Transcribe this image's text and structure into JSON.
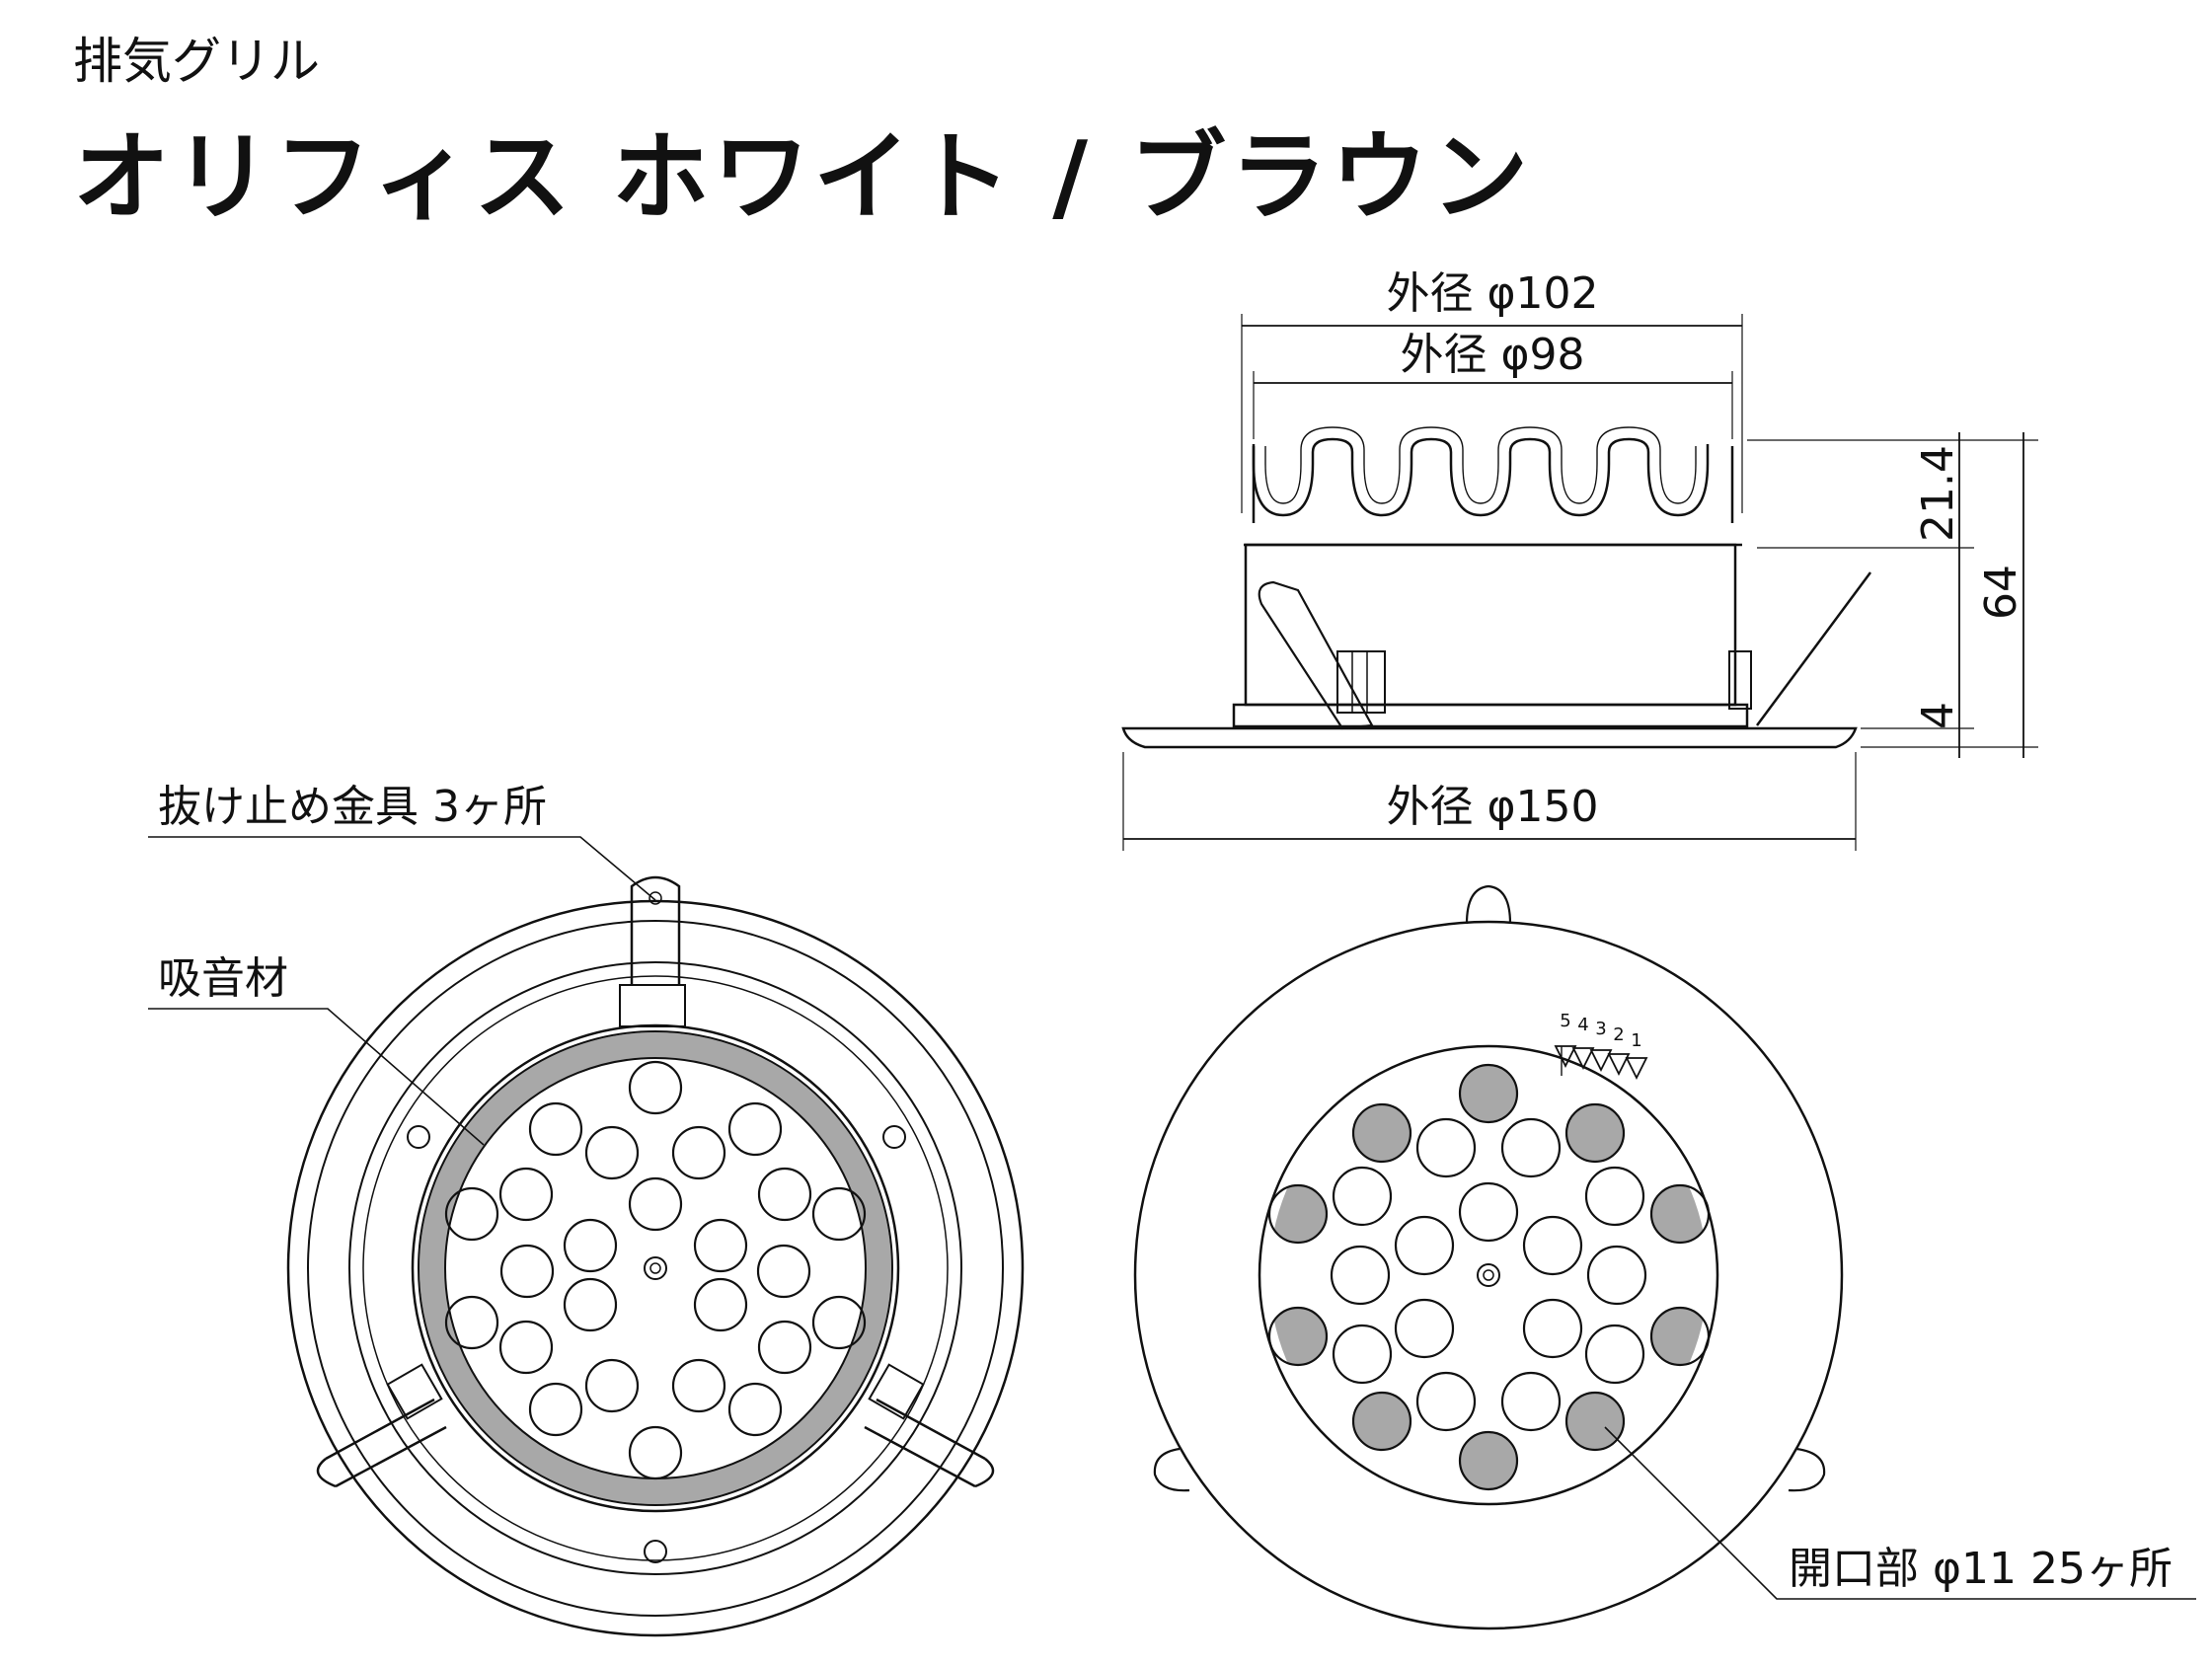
{
  "header": {
    "category": "排気グリル",
    "title": "オリフィス ホワイト / ブラウン"
  },
  "side_view": {
    "outer_diameter_top": "外径 φ102",
    "outer_diameter_inner": "外径 φ98",
    "outer_diameter_flange": "外径 φ150",
    "height_fin": "21.4",
    "height_total": "64",
    "height_flange": "4"
  },
  "back_view": {
    "label_retainer": "抜け止め金具 3ヶ所",
    "label_absorber": "吸音材"
  },
  "front_view": {
    "label_openings": "開口部 φ11 25ヶ所",
    "adjust_marks": [
      "5",
      "4",
      "3",
      "2",
      "1"
    ]
  }
}
